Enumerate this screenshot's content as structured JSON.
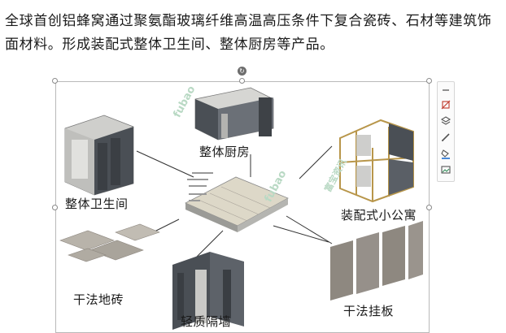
{
  "document": {
    "paragraph": "全球首创铝蜂窝通过聚氨酯玻璃纤维高温高压条件下复合瓷砖、石材等建筑饰面材料。形成装配式整体卫生间、整体厨房等产品。"
  },
  "figure": {
    "labels": {
      "kitchen": "整体厨房",
      "bathroom": "整体卫生间",
      "apartment": "装配式小公寓",
      "floor_tile": "干法地砖",
      "partition": "轻质隔墙",
      "wall_panel": "干法挂板"
    },
    "watermarks": [
      "fubao",
      "富宝资讯"
    ]
  },
  "toolbar": {
    "icons": [
      "minus-icon",
      "crop-icon",
      "layers-icon",
      "edit-pen-icon",
      "fill-icon",
      "image-frame-icon"
    ]
  },
  "colors": {
    "text": "#1a1a1a",
    "frame": "#b9b9b9",
    "panel_dark": "#4a4f55",
    "panel_light": "#c9c9c6",
    "stone": "#8e8880",
    "frame_wood": "#b8964a"
  }
}
